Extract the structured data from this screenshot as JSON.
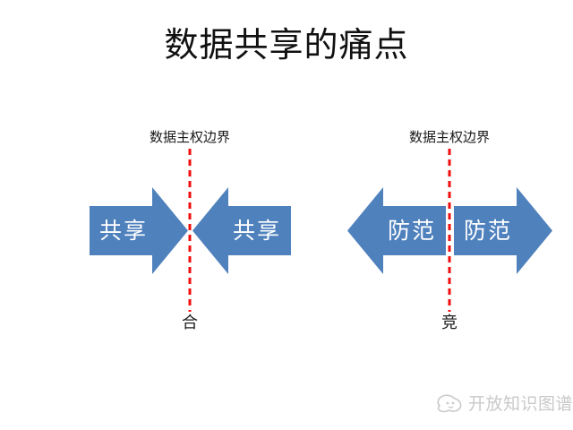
{
  "title": "数据共享的痛点",
  "diagram": {
    "left_group": {
      "boundary_label": "数据主权边界",
      "bottom_label": "合",
      "arrows": [
        {
          "label": "共享",
          "direction": "right"
        },
        {
          "label": "共享",
          "direction": "left"
        }
      ]
    },
    "right_group": {
      "boundary_label": "数据主权边界",
      "bottom_label": "竞",
      "arrows": [
        {
          "label": "防范",
          "direction": "left"
        },
        {
          "label": "防范",
          "direction": "right"
        }
      ]
    },
    "colors": {
      "arrow_fill": "#4f81bd",
      "boundary_line": "#f20d0d",
      "arrow_text": "#ffffff",
      "watermark": "#c9c9c9"
    }
  },
  "watermark": {
    "text": "开放知识图谱",
    "logo_icon": "openkg-logo"
  }
}
